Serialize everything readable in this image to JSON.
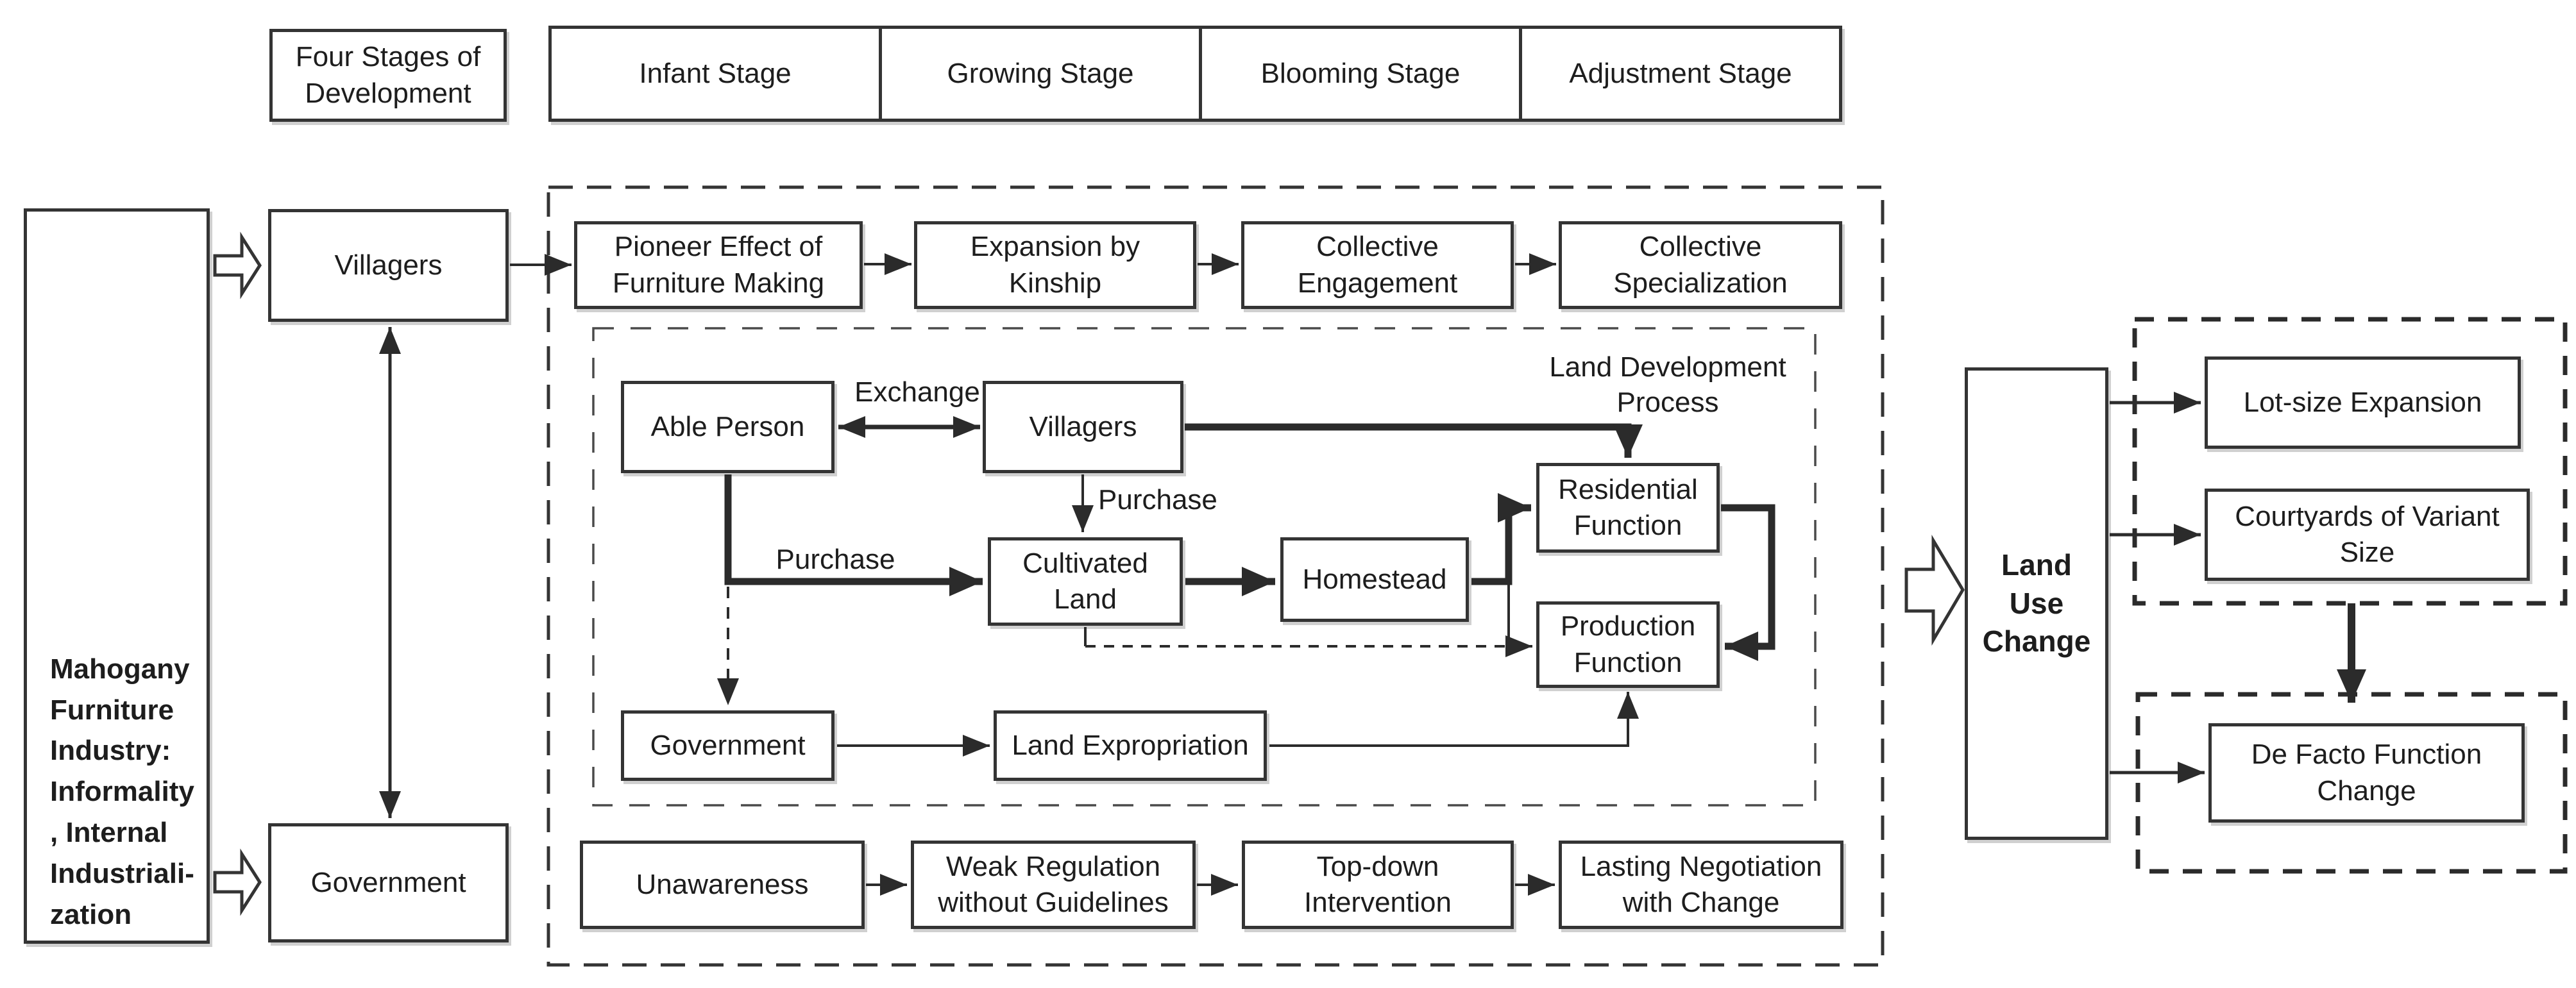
{
  "header": {
    "four_stages": "Four Stages of\nDevelopment",
    "stages": [
      "Infant Stage",
      "Growing Stage",
      "Blooming Stage",
      "Adjustment Stage"
    ]
  },
  "left_panel": {
    "industry": "Mahogany\nFurniture\nIndustry:\nInformality\n, Internal\nIndustriali-\nzation",
    "villagers": "Villagers",
    "government": "Government"
  },
  "villager_track": [
    "Pioneer Effect of\nFurniture Making",
    "Expansion by\nKinship",
    "Collective\nEngagement",
    "Collective\nSpecialization"
  ],
  "government_track": [
    "Unawareness",
    "Weak Regulation\nwithout Guidelines",
    "Top-down\nIntervention",
    "Lasting Negotiation\nwith Change"
  ],
  "land_process": {
    "title": "Land Development\nProcess",
    "able_person": "Able Person",
    "villagers": "Villagers",
    "cultivated_land": "Cultivated\nLand",
    "homestead": "Homestead",
    "residential": "Residential\nFunction",
    "production": "Production\nFunction",
    "government": "Government",
    "land_expropriation": "Land Expropriation",
    "labels": {
      "exchange": "Exchange",
      "purchase_by_able_person": "Purchase",
      "purchase_by_villagers": "Purchase"
    }
  },
  "outcome": {
    "land_use_change": "Land\nUse\nChange",
    "lot_size_expansion": "Lot-size Expansion",
    "courtyards": "Courtyards of Variant\nSize",
    "de_facto": "De Facto Function\nChange"
  },
  "colors": {
    "line": "#2b2b2b",
    "border": "#343434",
    "text": "#1d1d1d",
    "background": "#ffffff"
  }
}
